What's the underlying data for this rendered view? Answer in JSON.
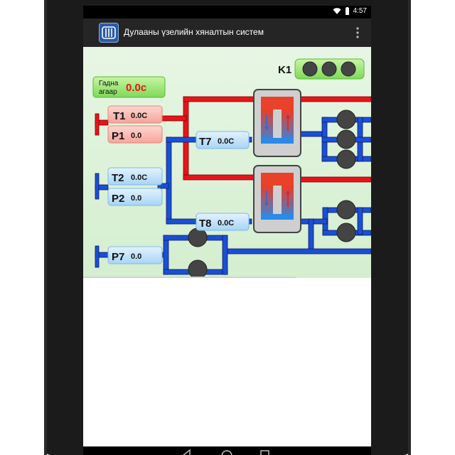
{
  "status": {
    "time": "4:57"
  },
  "app": {
    "title": "Дулааны үзелийн хяналтын систем"
  },
  "outdoor": {
    "label_line1": "Гадна",
    "label_line2": "агаар",
    "value": "0.0с"
  },
  "pump_group": {
    "label": "K1"
  },
  "sensors": {
    "t1": {
      "label": "T1",
      "value": "0.0C"
    },
    "p1": {
      "label": "P1",
      "value": "0.0"
    },
    "t2": {
      "label": "T2",
      "value": "0.0C"
    },
    "p2": {
      "label": "P2",
      "value": "0.0"
    },
    "t7": {
      "label": "T7",
      "value": "0.0C"
    },
    "t8": {
      "label": "T8",
      "value": "0.0C"
    },
    "p7": {
      "label": "P7",
      "value": "0.0"
    }
  },
  "colors": {
    "hot_pipe": "#e8141b",
    "cold_pipe": "#1a4fd6",
    "value_red": "#e8141b",
    "pump_gray": "#444444"
  }
}
